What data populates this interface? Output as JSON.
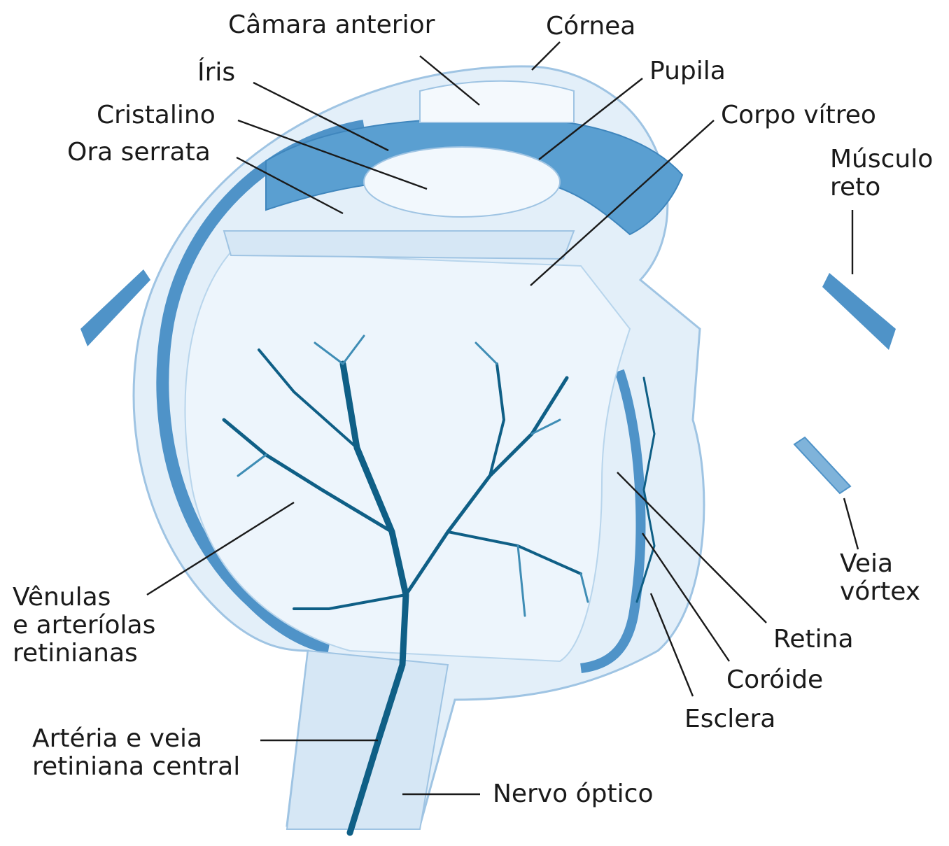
{
  "labels": {
    "camara_anterior": "Câmara anterior",
    "cornea": "Córnea",
    "iris": "Íris",
    "pupila": "Pupila",
    "cristalino": "Cristalino",
    "corpo_vitreo": "Corpo vítreo",
    "ora_serrata": "Ora serrata",
    "musculo_reto": "Músculo\nreto",
    "veia_vortex": "Veia\nvórtex",
    "venulas": "Vênulas\ne arteríolas\nretinianas",
    "retina": "Retina",
    "coroide": "Coróide",
    "esclera": "Esclera",
    "arteria_veia": "Artéria e veia\nretiniana central",
    "nervo_optico": "Nervo óptico"
  },
  "colors": {
    "sclera_fill": "#e3eff9",
    "sclera_edge": "#9fc4e3",
    "choroid": "#4f93c8",
    "vessels": "#0f5f86",
    "vessels_light": "#3f8db5",
    "vitreous": "#edf5fc",
    "lens": "#f2f8fd"
  }
}
